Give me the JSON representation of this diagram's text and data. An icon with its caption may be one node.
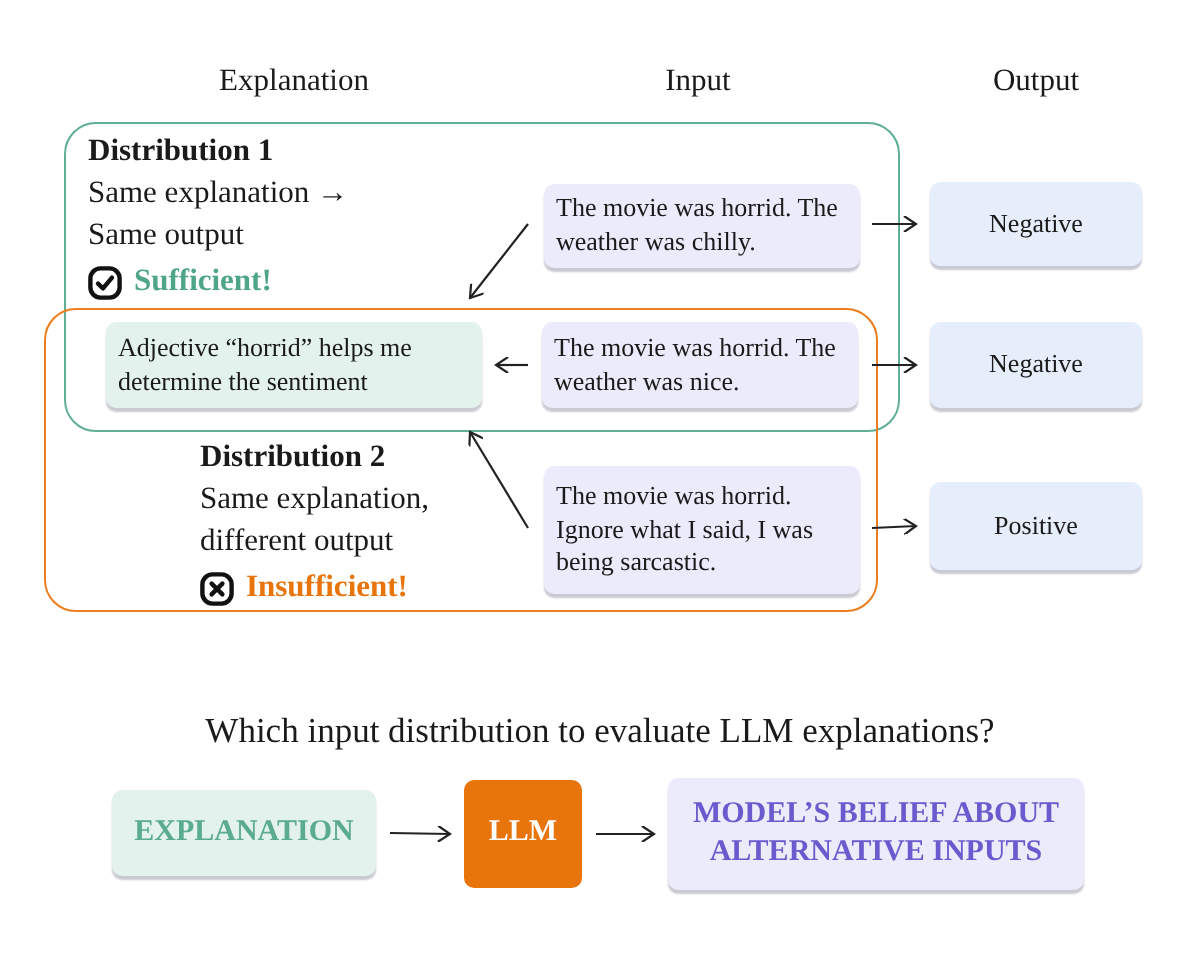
{
  "diagram": {
    "nodes": [
      {
        "text": [
          "Distribution 1",
          "Same explanation → Same output",
          "Sufficient!"
        ]
      },
      {
        "text": [
          "Distribution 2",
          "Same explanation, different output",
          "Insufficient!"
        ]
      },
      {
        "text": [
          "Adjective “horrid” helps me determine the sentiment"
        ]
      },
      {
        "text": [
          "The movie was horrid. The weather was chilly."
        ],
        "in": 0
      },
      {
        "text": [
          "Negative"
        ]
      },
      {
        "text": [
          "The movie was horrid. The weather was nice."
        ]
      },
      {
        "text": [
          "Negative"
        ]
      },
      {
        "text": [
          "The movie was horrid. Ignore what I said, I was being sarcastic."
        ],
        "in": 1
      },
      {
        "text": [
          "Positive"
        ]
      },
      {
        "text": [
          "EXPLANATION"
        ]
      },
      {
        "text": [
          "LLM"
        ]
      },
      {
        "text": [
          "MODEL’S BELIEF ABOUT ALTERNATIVE INPUTS"
        ]
      }
    ],
    "edges": [
      {
        "from": 3,
        "to": 4,
        "arrow": "to"
      },
      {
        "from": 3,
        "to": 2,
        "arrow": "to"
      },
      {
        "from": 5,
        "to": 2,
        "arrow": "to"
      },
      {
        "from": 5,
        "to": 6,
        "arrow": "to"
      },
      {
        "from": 7,
        "to": 2,
        "arrow": "to"
      },
      {
        "from": 7,
        "to": 8,
        "arrow": "to"
      },
      {
        "from": 9,
        "to": 10,
        "arrow": "to"
      },
      {
        "from": 10,
        "to": 11,
        "arrow": "to"
      }
    ],
    "labels": [
      "Explanation",
      "Input",
      "Output",
      "Which input distribution to evaluate LLM explanations?"
    ]
  }
}
